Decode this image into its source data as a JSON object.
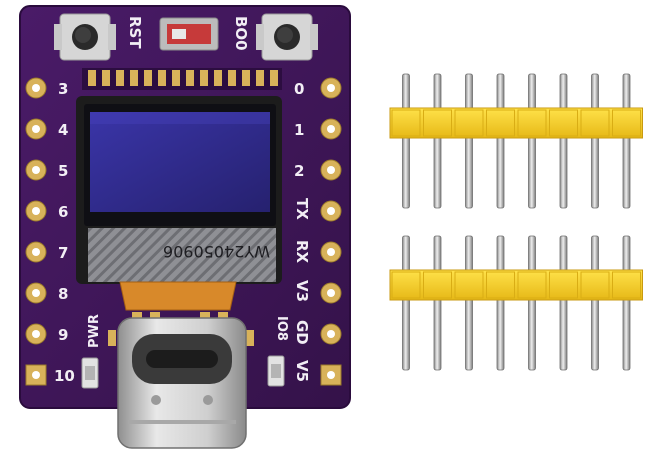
{
  "board": {
    "left_pins": [
      "3",
      "4",
      "5",
      "6",
      "7",
      "8",
      "9",
      "10"
    ],
    "right_pins": [
      "0",
      "1",
      "2",
      "TX",
      "RX",
      "V3",
      "GD",
      "V5"
    ],
    "button_labels": {
      "reset": "RST",
      "boot": "BO0"
    },
    "led_labels": {
      "power": "PWR",
      "io": "IO8"
    },
    "oled_serial": "WY24050906",
    "colors": {
      "pcb": "#3d1556",
      "pcb_edge": "#2a0b3d",
      "gold": "#d8b25a",
      "oled_glass": "#2f2a8c",
      "usb_metal": "#c9c9c9"
    }
  },
  "headers": {
    "pin_count": 8,
    "rows": 2,
    "plastic_color": "#f5d12a",
    "pin_color": "#b9b9b9"
  }
}
